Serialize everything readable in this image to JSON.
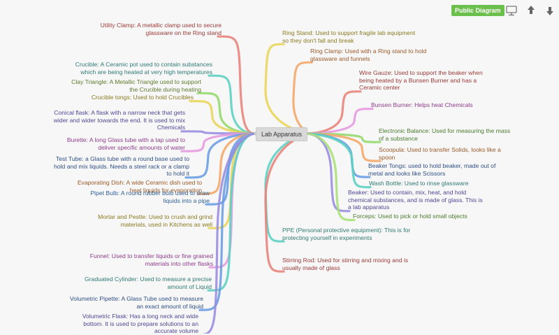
{
  "center": "Lab Apparatus",
  "header": {
    "badge": "Public Diagram",
    "icons": [
      "monitor-icon",
      "upload-icon",
      "download-icon"
    ]
  },
  "colors": {
    "red": "#e8847b",
    "orange": "#f3a96b",
    "yellow": "#e9d55c",
    "teal": "#5ed0c3",
    "green": "#93d96e",
    "pink": "#e69be0",
    "purple": "#9a8ee0",
    "blue": "#6c9de3",
    "lime": "#a9e07a"
  },
  "left": [
    {
      "text": [
        "Utility Clamp: A metallic clamp used to secure",
        "glassware on the Ring stand"
      ],
      "color": "#9b3a36",
      "branch": "#e8847b"
    },
    {
      "text": [
        "Crucible: A Ceramic pot used to contain substances",
        "which are being heated at very high temperatures"
      ],
      "color": "#2f7a72",
      "branch": "#5ed0c3"
    },
    {
      "text": [
        "Clay Triangle: A Metallic Triangle used to support",
        "the Crucible during heating"
      ],
      "color": "#5c7a2c",
      "branch": "#93d96e"
    },
    {
      "text": [
        "Crucible tongs: Used to hold Crucibles"
      ],
      "color": "#8a7a20",
      "branch": "#e9d55c"
    },
    {
      "text": [
        "Conical flask: A flask with a narrow neck that gets",
        "wider and wider towards the end. It is used to mix",
        "Chemicals"
      ],
      "color": "#4f4696",
      "branch": "#9a8ee0"
    },
    {
      "text": [
        "Burette: A long Glass tube with a tap used to",
        "deliver specific amounts of water"
      ],
      "color": "#8e3c8a",
      "branch": "#e69be0"
    },
    {
      "text": [
        "Test Tube: a Glass tube with a round base used to",
        "hold and mix liquids. Needs a steel rack or a clamp",
        "to hold it"
      ],
      "color": "#2f4f86",
      "branch": "#6c9de3"
    },
    {
      "text": [
        "Evaporating Dish: A wide Ceramic dish used to",
        "heat liquids for evaporation"
      ],
      "color": "#9b5a28",
      "branch": "#f3a96b"
    },
    {
      "text": [
        "Pipet Bulb: A round rubber bulb used to draw",
        "liquids into a pipe"
      ],
      "color": "#2f5f96",
      "branch": "#6c9de3"
    },
    {
      "text": [
        "Mortar and Pestle: Used to crush and grind",
        "materials, used in Kitchens as well"
      ],
      "color": "#8a7a20",
      "branch": "#e9d55c"
    },
    {
      "text": [
        "Funnel: Used to transfer liquids or fine grained",
        "materials into other flasks"
      ],
      "color": "#8e3c8a",
      "branch": "#e69be0"
    },
    {
      "text": [
        "Graduated Cylinder: Used to measure a precise",
        "amount of Liquid"
      ],
      "color": "#2f7a72",
      "branch": "#5ed0c3"
    },
    {
      "text": [
        "Volumetric Pipette: A Glass Tube used to measure",
        "an exact amount of liquid"
      ],
      "color": "#2f4f86",
      "branch": "#6c9de3"
    },
    {
      "text": [
        "Volumetric Flask: Has a long neck and wide",
        "bottom. It is used to prepare solutions to an",
        "accurate volume"
      ],
      "color": "#4f4696",
      "branch": "#9a8ee0"
    }
  ],
  "right": [
    {
      "text": [
        "Ring Stand: Used to support fragile lab equipment",
        "so they don't fall and break"
      ],
      "color": "#8a7a20",
      "branch": "#e9d55c"
    },
    {
      "text": [
        "Ring Clamp: Used with a Ring stand to hold",
        "glassware and funnels"
      ],
      "color": "#9b5a28",
      "branch": "#f3a96b"
    },
    {
      "text": [
        "Wire Gauze: Used to support the beaker when",
        "being heated by a Bunsen Burner and has a",
        "Ceramic center"
      ],
      "color": "#9b3a36",
      "branch": "#e8847b"
    },
    {
      "text": [
        "Bunsen Burner: Helps heat Chemicals"
      ],
      "color": "#8e3c8a",
      "branch": "#e69be0"
    },
    {
      "text": [
        "Electronic Balance: Used for measuring the mass",
        "of a substance"
      ],
      "color": "#4a7a2c",
      "branch": "#93d96e"
    },
    {
      "text": [
        "Scoopula: Used to transfer Solids, looks like a",
        "spoon"
      ],
      "color": "#9b5a28",
      "branch": "#f3a96b"
    },
    {
      "text": [
        "Beaker Tongs: used to hold beaker, made out of",
        "metal and looks like Scissors"
      ],
      "color": "#2f4f86",
      "branch": "#6c9de3"
    },
    {
      "text": [
        "Wash Bottle: Used to rinse glassware"
      ],
      "color": "#2f7a72",
      "branch": "#5ed0c3"
    },
    {
      "text": [
        "Beaker: Used to contain, mix, heat, and hold",
        "chemical substances, and is made of glass. This is",
        "a lab apparatus"
      ],
      "color": "#4f4696",
      "branch": "#9a8ee0"
    },
    {
      "text": [
        "Forceps: Used to pick or hold small objects"
      ],
      "color": "#4a7a2c",
      "branch": "#a9e07a"
    },
    {
      "text": [
        "PPE (Personal protective equipment): This is for",
        "protecting yourself in experiments"
      ],
      "color": "#2f7a72",
      "branch": "#5ed0c3"
    },
    {
      "text": [
        "Stirring Rod: Used for stirring and mixing and is",
        "usually made of glass"
      ],
      "color": "#9b3a36",
      "branch": "#e8847b"
    }
  ]
}
